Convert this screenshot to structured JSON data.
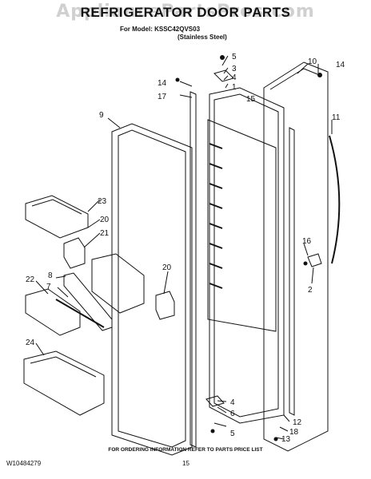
{
  "header": {
    "watermark": "AppliancePartsPros.com",
    "title": "REFRIGERATOR DOOR PARTS",
    "model_line": "For Model: KSSC42QVS03",
    "finish_line": "(Stainless Steel)"
  },
  "callouts": [
    "5",
    "3",
    "4",
    "1",
    "10",
    "14",
    "14",
    "17",
    "15",
    "9",
    "11",
    "23",
    "20",
    "21",
    "16",
    "22",
    "8",
    "7",
    "2",
    "20",
    "24",
    "4",
    "6",
    "5",
    "12",
    "18",
    "13"
  ],
  "footer": {
    "ordering_note": "FOR ORDERING INFORMATION REFER TO PARTS PRICE LIST",
    "part_number": "W10484279",
    "page_number": "15"
  }
}
